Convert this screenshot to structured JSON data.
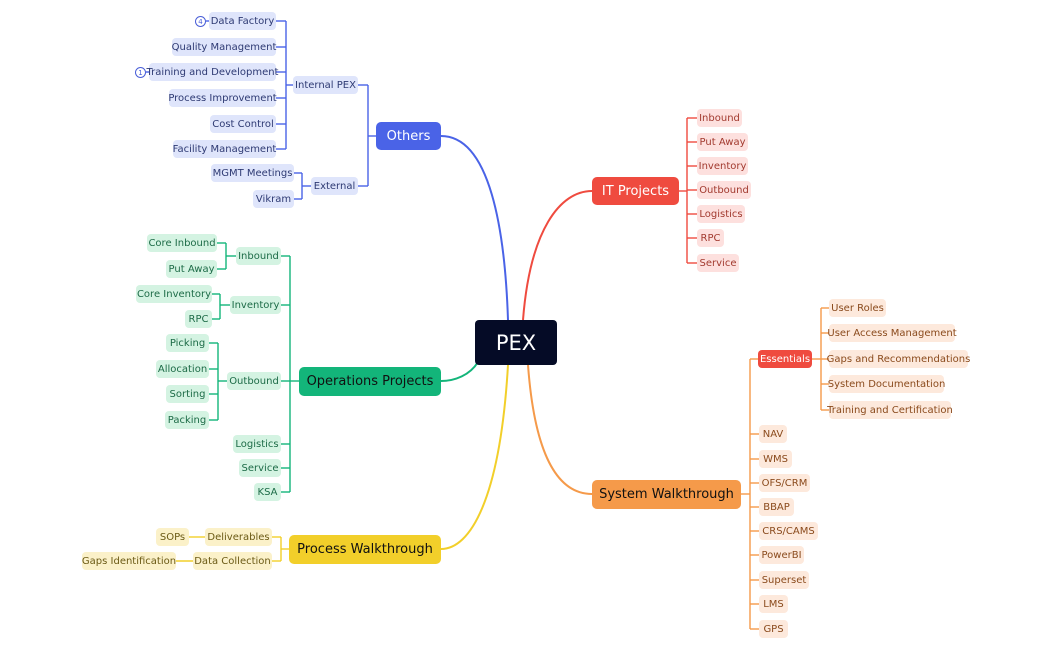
{
  "colors": {
    "blue": "#4a63e7",
    "red": "#ef4b3f",
    "orange": "#f59a4a",
    "green": "#13b57a",
    "yellow": "#f2cf2a",
    "root": "#050b26"
  },
  "root": {
    "label": "PEX"
  },
  "others": {
    "label": "Others",
    "internal_pex": {
      "label": "Internal PEX",
      "items": [
        "Data Factory",
        "Quality Management",
        "Training and Development",
        "Process Improvement",
        "Cost Control",
        "Facility Management"
      ]
    },
    "external": {
      "label": "External",
      "items": [
        "MGMT Meetings",
        "Vikram"
      ]
    },
    "badges": {
      "data_factory": "4",
      "training": "1"
    }
  },
  "it_projects": {
    "label": "IT Projects",
    "items": [
      "Inbound",
      "Put Away",
      "Inventory",
      "Outbound",
      "Logistics",
      "RPC",
      "Service"
    ]
  },
  "operations": {
    "label": "Operations Projects",
    "inbound": {
      "label": "Inbound",
      "items": [
        "Core Inbound",
        "Put Away"
      ]
    },
    "inventory": {
      "label": "Inventory",
      "items": [
        "Core Inventory",
        "RPC"
      ]
    },
    "outbound": {
      "label": "Outbound",
      "items": [
        "Picking",
        "Allocation",
        "Sorting",
        "Packing"
      ]
    },
    "items": [
      "Logistics",
      "Service",
      "KSA"
    ]
  },
  "system_walkthrough": {
    "label": "System Walkthrough",
    "essentials": {
      "label": "Essentials",
      "items": [
        "User Roles",
        "User Access Management",
        "Gaps and Recommendations",
        "System Documentation",
        "Training and Certification"
      ]
    },
    "items": [
      "NAV",
      "WMS",
      "OFS/CRM",
      "BBAP",
      "CRS/CAMS",
      "PowerBI",
      "Superset",
      "LMS",
      "GPS"
    ]
  },
  "process_walkthrough": {
    "label": "Process Walkthrough",
    "deliverables": {
      "label": "Deliverables",
      "items": [
        "SOPs"
      ]
    },
    "data_collection": {
      "label": "Data Collection",
      "items": [
        "Gaps Identification"
      ]
    }
  }
}
